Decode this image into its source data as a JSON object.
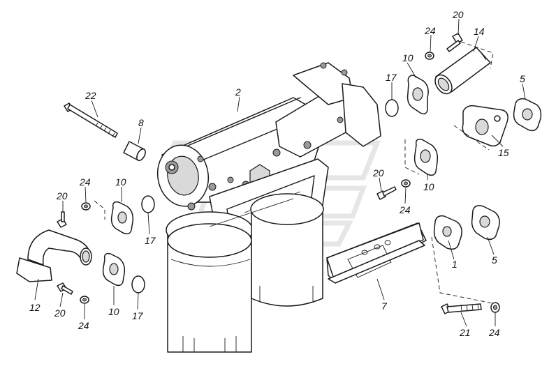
{
  "diagram": {
    "callouts": [
      {
        "id": "c-2",
        "text": "2"
      },
      {
        "id": "c-22",
        "text": "22"
      },
      {
        "id": "c-8",
        "text": "8"
      },
      {
        "id": "c-20a",
        "text": "20"
      },
      {
        "id": "c-24a",
        "text": "24"
      },
      {
        "id": "c-14",
        "text": "14"
      },
      {
        "id": "c-10a",
        "text": "10"
      },
      {
        "id": "c-17a",
        "text": "17"
      },
      {
        "id": "c-5a",
        "text": "5"
      },
      {
        "id": "c-15",
        "text": "15"
      },
      {
        "id": "c-10b",
        "text": "10"
      },
      {
        "id": "c-20b",
        "text": "20"
      },
      {
        "id": "c-24b",
        "text": "24"
      },
      {
        "id": "c-24c",
        "text": "24"
      },
      {
        "id": "c-10c",
        "text": "10"
      },
      {
        "id": "c-20c",
        "text": "20"
      },
      {
        "id": "c-17b",
        "text": "17"
      },
      {
        "id": "c-1",
        "text": "1"
      },
      {
        "id": "c-5b",
        "text": "5"
      },
      {
        "id": "c-12",
        "text": "12"
      },
      {
        "id": "c-20d",
        "text": "20"
      },
      {
        "id": "c-10d",
        "text": "10"
      },
      {
        "id": "c-17c",
        "text": "17"
      },
      {
        "id": "c-24d",
        "text": "24"
      },
      {
        "id": "c-7",
        "text": "7"
      },
      {
        "id": "c-21",
        "text": "21"
      },
      {
        "id": "c-24e",
        "text": "24"
      }
    ]
  }
}
